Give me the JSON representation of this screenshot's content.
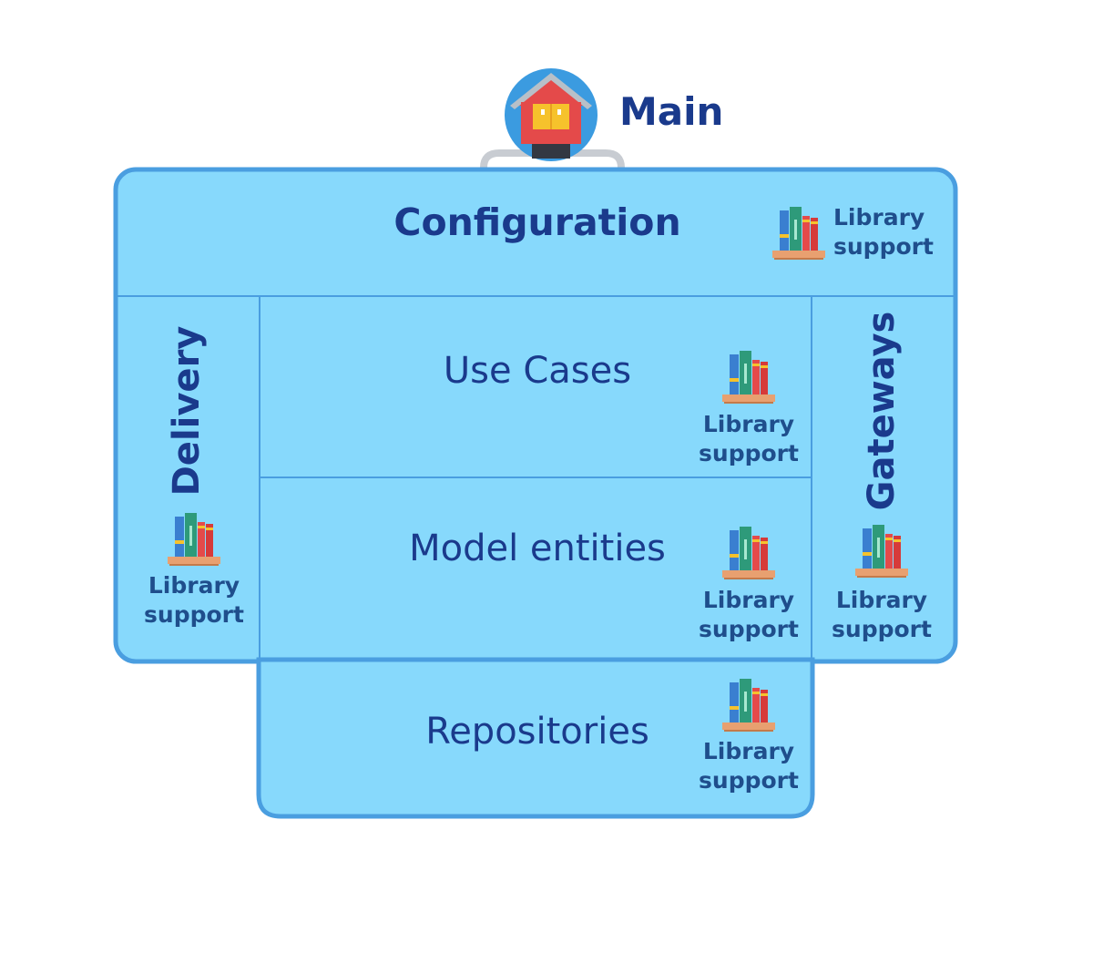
{
  "main": {
    "label": "Main"
  },
  "sections": {
    "configuration": "Configuration",
    "use_cases": "Use Cases",
    "model_entities": "Model entities",
    "repositories": "Repositories",
    "delivery": "Delivery",
    "gateways": "Gateways"
  },
  "library": {
    "line1": "Library",
    "line2": "support"
  },
  "icons": {
    "main": "house-icon",
    "library": "books-icon"
  },
  "colors": {
    "panel_fill": "#87d9fc",
    "panel_border": "#4a9ee0",
    "text": "#1a3a8c",
    "house_circle": "#3b9be0",
    "house_roof": "#e44a4a",
    "house_door": "#f6c22c"
  }
}
